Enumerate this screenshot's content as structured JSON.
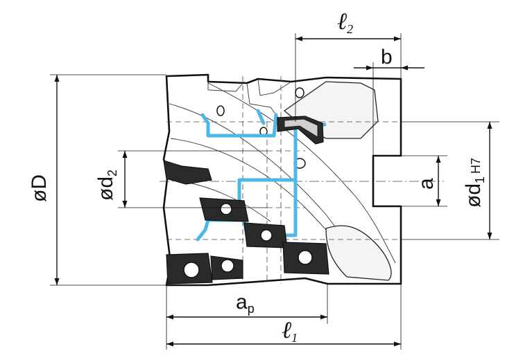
{
  "labels": {
    "l2": "ℓ",
    "l2_sub": "2",
    "b": "b",
    "oD": "øD",
    "od2": "ød",
    "od2_sub": "2",
    "a": "a",
    "od1": "ød",
    "od1_sub": "1",
    "od1_tol": "H7",
    "ap": "a",
    "ap_sub": "p",
    "l1": "ℓ",
    "l1_sub": "1"
  }
}
